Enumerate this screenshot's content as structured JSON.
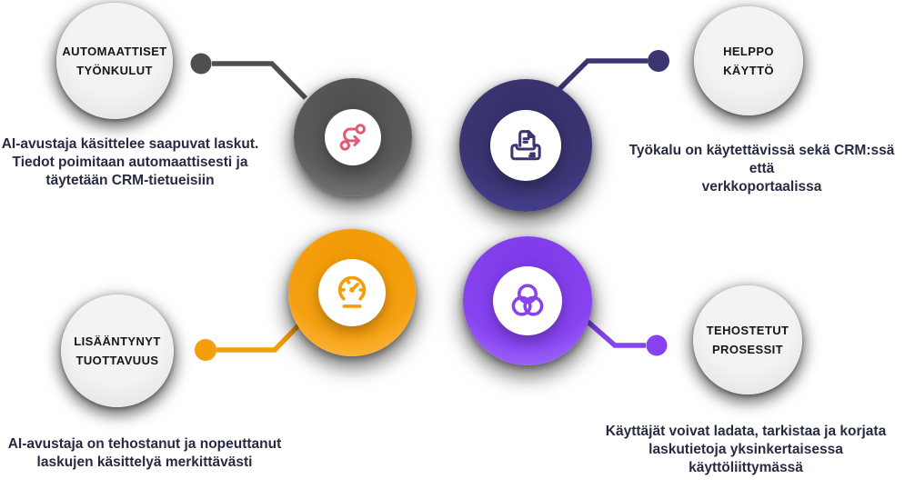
{
  "diagram": {
    "type": "infographic",
    "background": "#ffffff",
    "items": [
      {
        "id": "automated-workflows",
        "label": [
          "AUTOMAATTISET",
          "TYÖNKULUT"
        ],
        "description": [
          "AI-avustaja käsittelee saapuvat laskut.",
          "Tiedot poimitaan automaattisesti ja",
          "täytetään CRM-tietueisiin"
        ],
        "icon": "route-icon",
        "accent_color": "#5b5b5b",
        "icon_color": "#e15b76"
      },
      {
        "id": "easy-use",
        "label": [
          "HELPPO",
          "KÄYTTÖ"
        ],
        "description": [
          "Työkalu on käytettävissä sekä CRM:ssä että",
          "verkkoportaalissa"
        ],
        "icon": "document-tray-icon",
        "accent_color": "#3b3574",
        "icon_color": "#3b3572"
      },
      {
        "id": "increased-productivity",
        "label": [
          "LISÄÄNTYNYT",
          "TUOTTAVUUS"
        ],
        "description": [
          "AI-avustaja on tehostanut ja nopeuttanut",
          "laskujen käsittelyä merkittävästi"
        ],
        "icon": "gauge-icon",
        "accent_color": "#f59e0b",
        "icon_color": "#f59e0b"
      },
      {
        "id": "enhanced-processes",
        "label": [
          "TEHOSTETUT",
          "PROSESSIT"
        ],
        "description": [
          "Käyttäjät voivat ladata, tarkistaa ja korjata",
          "laskutietoja yksinkertaisessa käyttöliittymässä"
        ],
        "icon": "venn-diagram-icon",
        "accent_color": "#8743ef",
        "icon_color": "#8743ef"
      }
    ],
    "text_color": "#272b42",
    "label_circle_fill": "#ededed"
  }
}
